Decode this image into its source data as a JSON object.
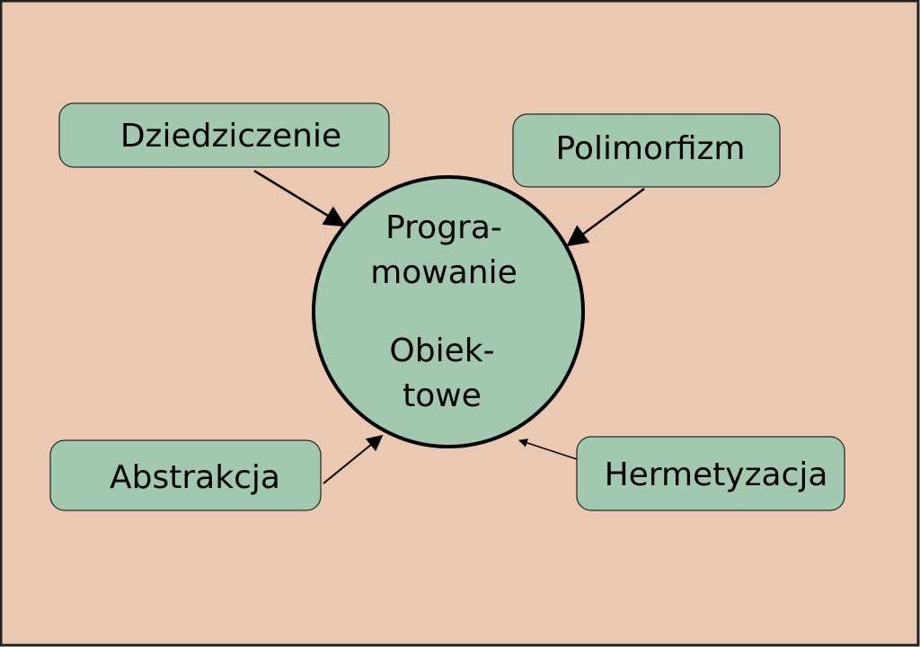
{
  "colors": {
    "background": "#EAC8B1",
    "node_fill": "#A3C8B0",
    "stroke": "#000000"
  },
  "center": {
    "lines": [
      "Progra-",
      "mowanie",
      "Obiek-",
      "towe"
    ]
  },
  "nodes": [
    {
      "label": "Dziedziczenie"
    },
    {
      "label": "Polimorfizm"
    },
    {
      "label": "Abstrakcja"
    },
    {
      "label": "Hermetyzacja"
    }
  ]
}
